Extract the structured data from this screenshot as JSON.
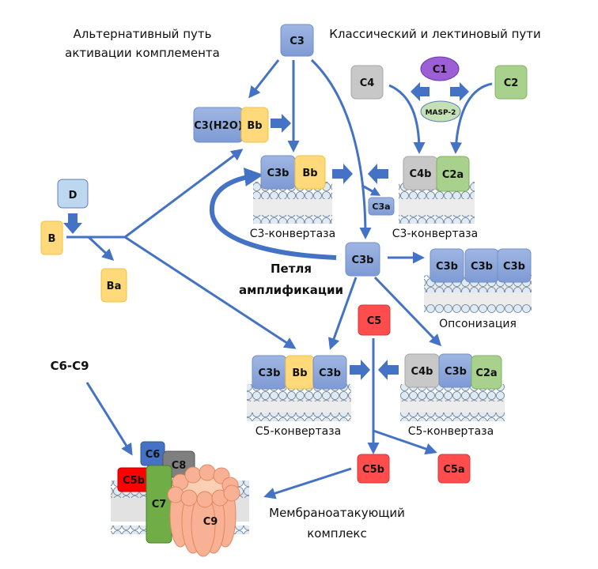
{
  "titles": {
    "alternative_line1": "Альтернативный путь",
    "alternative_line2": "активации комплемента",
    "classical": "Классический и лектиновый пути",
    "loop_line1": "Петля",
    "loop_line2": "амплификации",
    "c6c9": "C6-C9",
    "mac_line1": "Мембраноатакующий",
    "mac_line2": "комплекс"
  },
  "labels": {
    "c3_convertase_alt": "С3-конвертаза",
    "c3_convertase_cl": "С3-конвертаза",
    "opsonization": "Опсонизация",
    "c5_convertase_alt": "С5-конвертаза",
    "c5_convertase_cl": "С5-конвертаза"
  },
  "components": {
    "c3": "C3",
    "c3h2o": "C3(H2O)",
    "bb": "Bb",
    "d": "D",
    "b": "B",
    "ba": "Ba",
    "c4": "C4",
    "c1": "C1",
    "c2": "C2",
    "masp2": "MASP-2",
    "c3b": "C3b",
    "c4b": "C4b",
    "c2a": "C2a",
    "c3a": "C3a",
    "c5": "C5",
    "c5b": "C5b",
    "c5a": "C5a",
    "c6": "C6",
    "c7": "C7",
    "c8": "C8",
    "c9": "C9"
  },
  "colors": {
    "arrow": "#4472c4",
    "c3_family": "#8faadc",
    "factor_b": "#ffd97a",
    "factor_d": "#bdd7ee",
    "c4": "#c8c8c8",
    "c2": "#a9d18e",
    "c1": "#9c5fd6",
    "masp2": "#c5e0b4",
    "c5": "#ff4d4d",
    "c6": "#4472c4",
    "c7": "#70ad47",
    "c8": "#7f7f7f",
    "c9": "#f8b195",
    "c5b_mac": "#ff0000"
  }
}
